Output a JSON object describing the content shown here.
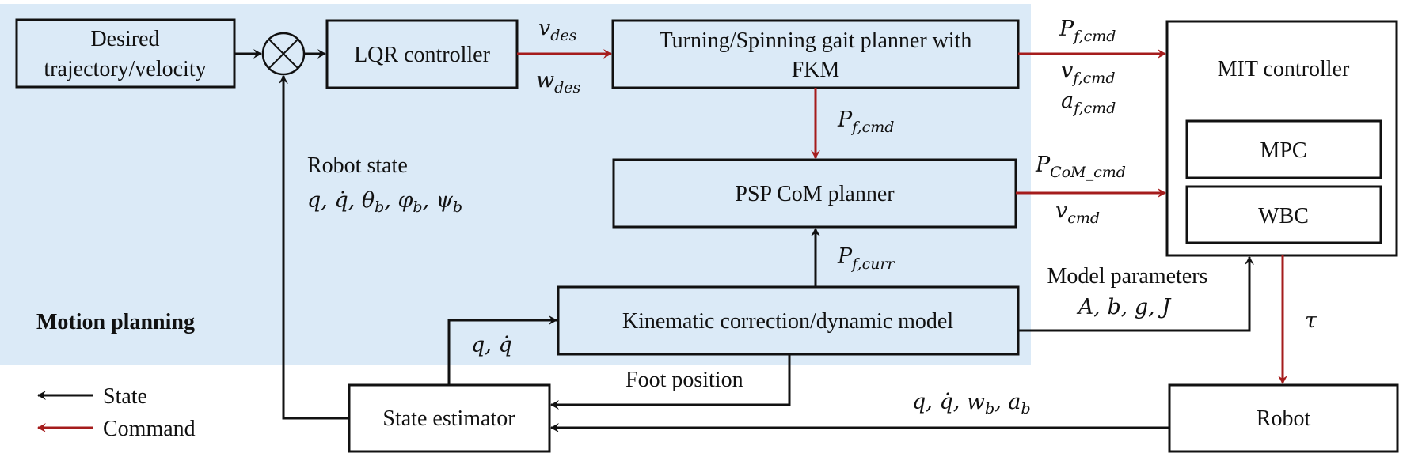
{
  "diagram": {
    "region": {
      "label": "Motion planning"
    },
    "colors": {
      "state": "#111111",
      "command": "#a51c1c",
      "region_fill": "#dbeaf7"
    },
    "blocks": {
      "desired": {
        "line1": "Desired",
        "line2": "trajectory/velocity"
      },
      "summing_junction": {
        "symbol": "⊗"
      },
      "lqr": {
        "label": "LQR controller"
      },
      "gait_planner": {
        "line1": "Turning/Spinning gait planner with",
        "line2": "FKM"
      },
      "psp": {
        "label": "PSP CoM planner"
      },
      "kinematic": {
        "label": "Kinematic correction/dynamic model"
      },
      "mit": {
        "label": "MIT controller",
        "sub1": "MPC",
        "sub2": "WBC"
      },
      "state_estimator": {
        "label": "State estimator"
      },
      "robot": {
        "label": "Robot"
      }
    },
    "signals": {
      "v_des": {
        "base": "v",
        "sub": "des"
      },
      "w_des": {
        "base": "w",
        "sub": "des"
      },
      "pf_cmd_top": {
        "base": "P",
        "sub": "f,cmd"
      },
      "vf_cmd": {
        "base": "v",
        "sub": "f,cmd"
      },
      "af_cmd": {
        "base": "a",
        "sub": "f,cmd"
      },
      "pf_cmd_down": {
        "base": "P",
        "sub": "f,cmd"
      },
      "pcom_cmd": {
        "base": "P",
        "sub": "CoM_cmd"
      },
      "v_cmd": {
        "base": "v",
        "sub": "cmd"
      },
      "pf_curr": {
        "base": "P",
        "sub": "f,curr"
      },
      "robot_state_title": "Robot state",
      "robot_state_vars": "q, q̇, θ",
      "robot_state_vars_rest": [
        "b",
        ", φ",
        "b",
        ", ψ",
        "b"
      ],
      "q_qdot": "q, q̇",
      "foot_position": "Foot position",
      "model_params_title": "Model parameters",
      "model_params_vars": "A, b, g, J",
      "tau": "τ",
      "sensor": {
        "prefix": "q, q̇, w",
        "sub1": "b",
        "mid": ", a",
        "sub2": "b"
      }
    },
    "legend": {
      "items": [
        {
          "label": "State",
          "type": "state"
        },
        {
          "label": "Command",
          "type": "command"
        }
      ]
    }
  }
}
